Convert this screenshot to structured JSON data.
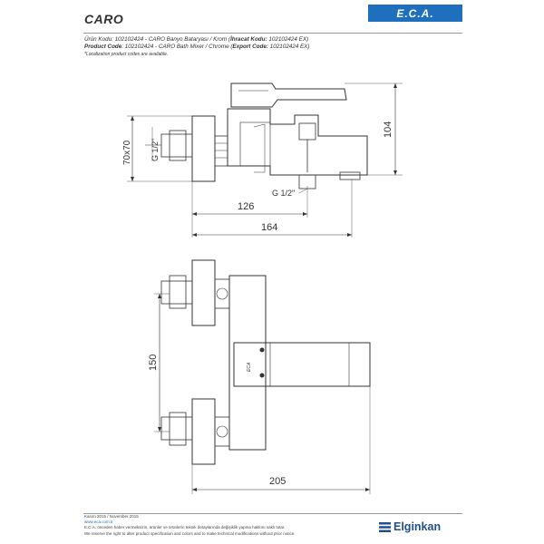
{
  "header": {
    "title": "CARO",
    "brand_logo": "E.C.A.",
    "brand_color": "#1f6fbf"
  },
  "product_info": {
    "tr_label": "Ürün Kodu",
    "tr_text": ": 102102424 - CARO Banyo Bataryası / Krom (",
    "tr_export_label": "İhracat Kodu:",
    "tr_export_code": " 102102424 EX)",
    "en_label": "Product Code",
    "en_text": ": 102102424 - CARO Bath Mixer / Chrome (",
    "en_export_label": "Export Code:",
    "en_export_code": " 102102424 EX)",
    "note": "*Localization product codes are available."
  },
  "drawing": {
    "side_view": {
      "dim_size": "70x70",
      "dim_height": "104",
      "dim_126": "126",
      "dim_164": "164",
      "thread_left": "G 1/2\"",
      "thread_bottom": "G 1/2\""
    },
    "front_view": {
      "dim_center": "150",
      "dim_width": "205",
      "marking": "ECA"
    }
  },
  "footer": {
    "date": "Kasım 2015 / November 2015",
    "url": "www.eca.com.tr",
    "disclaimer_tr": "E.C.A. önceden haber vermeksizin, ürünler ve ürünlerin teknik detaylarında değişiklik yapma hakkını saklı tutar.",
    "disclaimer_en": "We reserve the right to alter product specification and colors and to make technical modifications without prior notice.",
    "company": "Elginkan",
    "company_color": "#1f4f8f"
  }
}
